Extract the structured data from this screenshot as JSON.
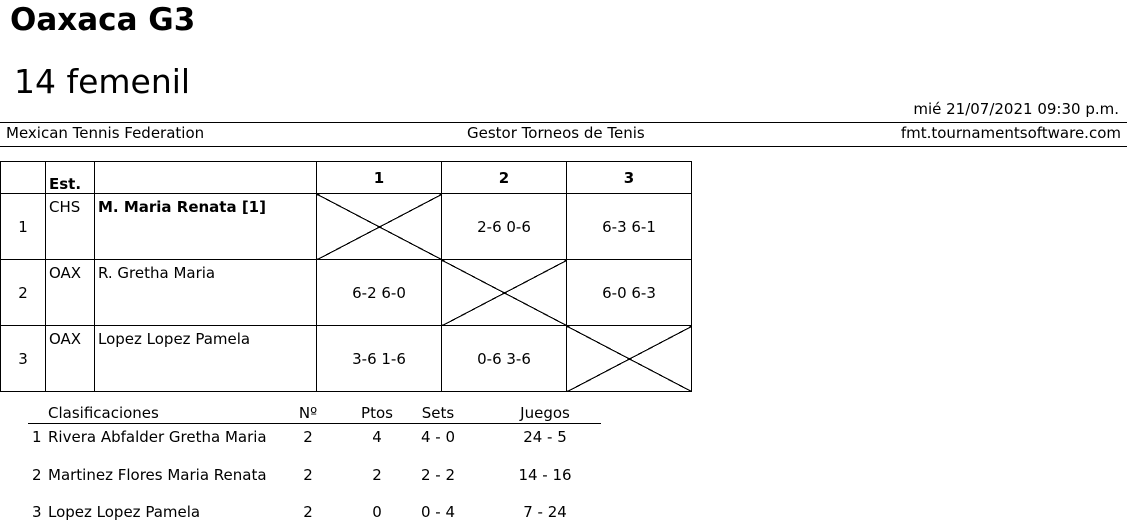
{
  "header": {
    "title": "Oaxaca G3",
    "subtitle": "14 femenil",
    "datetime": "mié 21/07/2021 09:30 p.m.",
    "left": "Mexican Tennis Federation",
    "center": "Gestor Torneos de Tenis",
    "right": "fmt.tournamentsoftware.com"
  },
  "draw": {
    "est_header": "Est.",
    "columns": [
      "1",
      "2",
      "3"
    ],
    "players": [
      {
        "num": "1",
        "est": "CHS",
        "name": "M. Maria Renata [1]",
        "seeded": true,
        "results": [
          "",
          "2-6 0-6",
          "6-3 6-1"
        ]
      },
      {
        "num": "2",
        "est": "OAX",
        "name": "R. Gretha Maria",
        "seeded": false,
        "results": [
          "6-2 6-0",
          "",
          "6-0 6-3"
        ]
      },
      {
        "num": "3",
        "est": "OAX",
        "name": "Lopez Lopez Pamela",
        "seeded": false,
        "results": [
          "3-6 1-6",
          "0-6 3-6",
          ""
        ]
      }
    ]
  },
  "standings": {
    "headers": {
      "name": "Clasificaciones",
      "n": "Nº",
      "points": "Ptos",
      "sets": "Sets",
      "games": "Juegos"
    },
    "rows": [
      {
        "rank": "1",
        "name": "Rivera Abfalder Gretha Maria",
        "n": "2",
        "points": "4",
        "sets": "4 - 0",
        "games": "24 - 5"
      },
      {
        "rank": "2",
        "name": "Martinez Flores Maria Renata",
        "n": "2",
        "points": "2",
        "sets": "2 - 2",
        "games": "14 - 16"
      },
      {
        "rank": "3",
        "name": "Lopez Lopez Pamela",
        "n": "2",
        "points": "0",
        "sets": "0 - 4",
        "games": "7 - 24"
      }
    ]
  }
}
